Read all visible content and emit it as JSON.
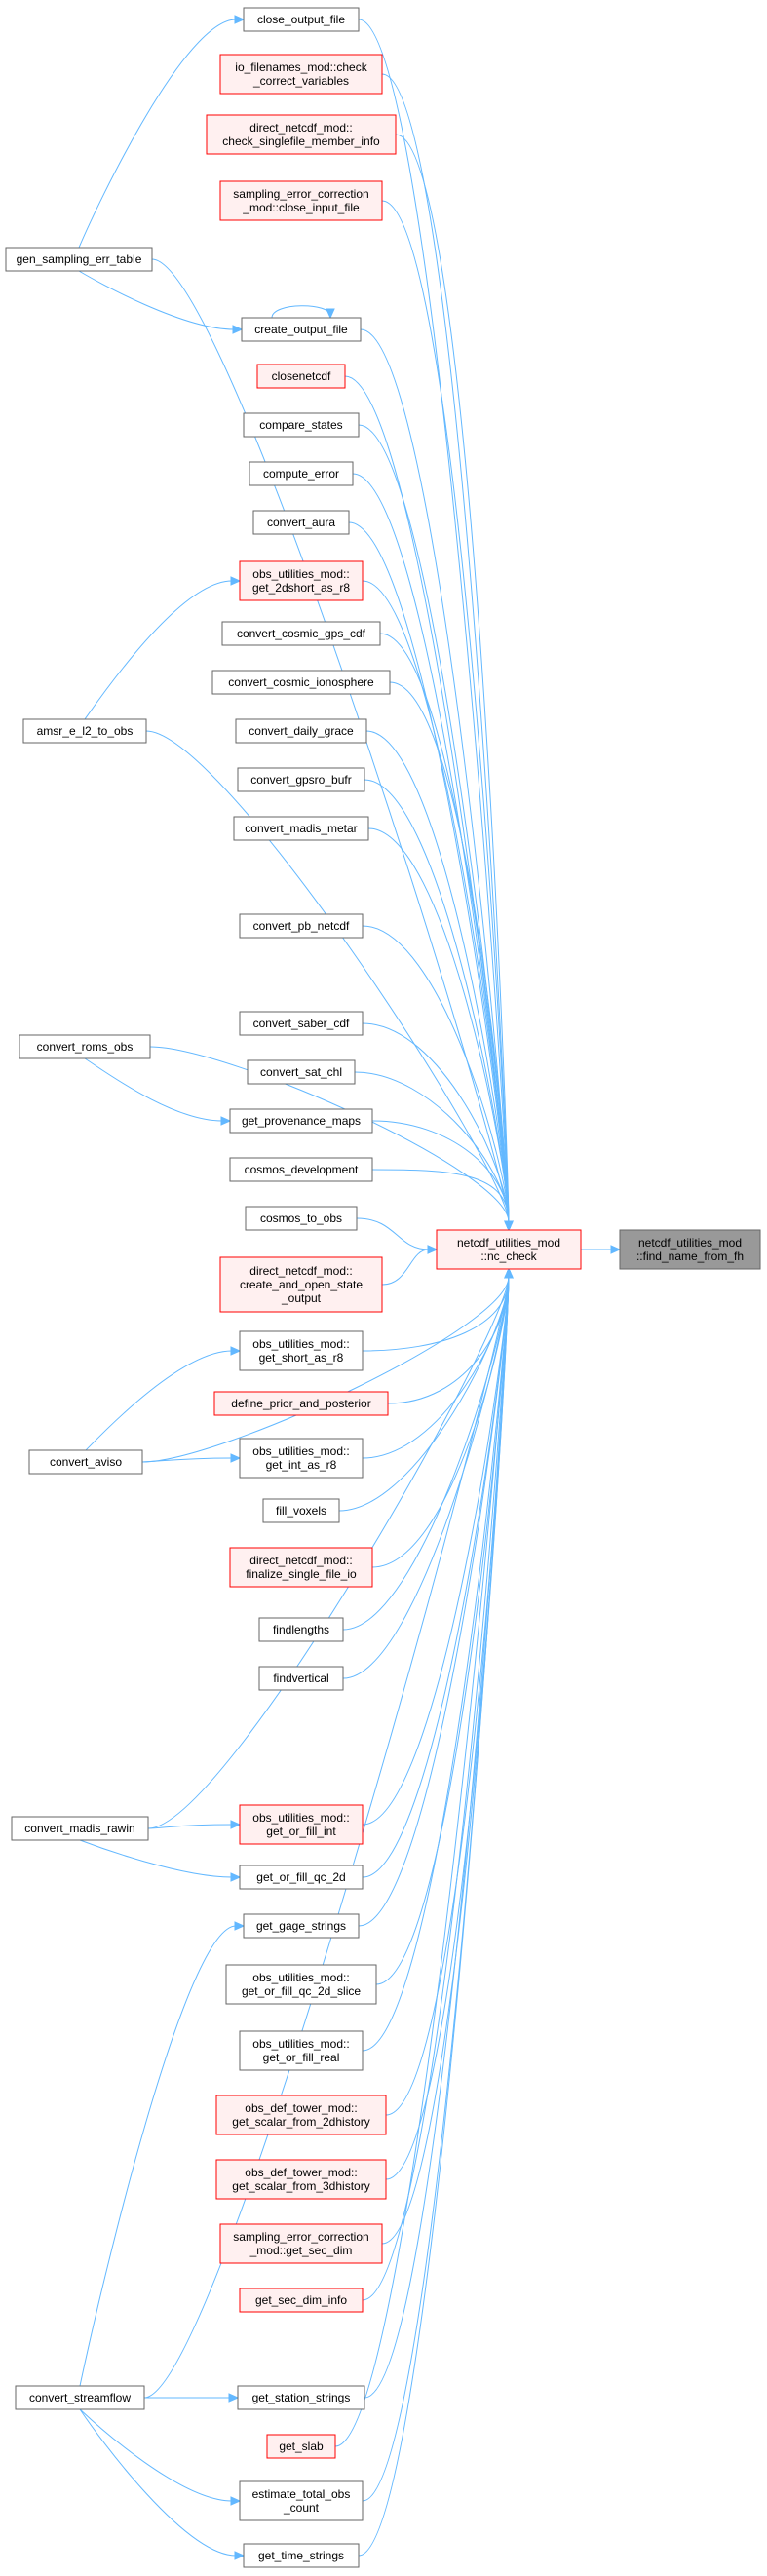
{
  "graph": {
    "edge_color": "#63b8ff",
    "node_border_plain": "#666666",
    "node_border_red": "#ff0000",
    "node_fill_red": "#fff0f0",
    "node_fill_target": "#999999",
    "nodes": [
      {
        "id": "close_output_file",
        "lines": [
          "close_output_file"
        ],
        "style": "plain"
      },
      {
        "id": "io_check",
        "lines": [
          "io_filenames_mod::check",
          "_correct_variables"
        ],
        "style": "red"
      },
      {
        "id": "dnm_check_single",
        "lines": [
          "direct_netcdf_mod::",
          "check_singlefile_member_info"
        ],
        "style": "red"
      },
      {
        "id": "sec_close_input",
        "lines": [
          "sampling_error_correction",
          "_mod::close_input_file"
        ],
        "style": "red"
      },
      {
        "id": "gen_sampling_err_table",
        "lines": [
          "gen_sampling_err_table"
        ],
        "style": "plain"
      },
      {
        "id": "create_output_file",
        "lines": [
          "create_output_file"
        ],
        "style": "plain"
      },
      {
        "id": "closenetcdf",
        "lines": [
          "closenetcdf"
        ],
        "style": "red"
      },
      {
        "id": "compare_states",
        "lines": [
          "compare_states"
        ],
        "style": "plain"
      },
      {
        "id": "compute_error",
        "lines": [
          "compute_error"
        ],
        "style": "plain"
      },
      {
        "id": "convert_aura",
        "lines": [
          "convert_aura"
        ],
        "style": "plain"
      },
      {
        "id": "get_2dshort",
        "lines": [
          "obs_utilities_mod::",
          "get_2dshort_as_r8"
        ],
        "style": "red"
      },
      {
        "id": "convert_cosmic_gps_cdf",
        "lines": [
          "convert_cosmic_gps_cdf"
        ],
        "style": "plain"
      },
      {
        "id": "convert_cosmic_ionosphere",
        "lines": [
          "convert_cosmic_ionosphere"
        ],
        "style": "plain"
      },
      {
        "id": "amsr_e_l2_to_obs",
        "lines": [
          "amsr_e_l2_to_obs"
        ],
        "style": "plain"
      },
      {
        "id": "convert_daily_grace",
        "lines": [
          "convert_daily_grace"
        ],
        "style": "plain"
      },
      {
        "id": "convert_gpsro_bufr",
        "lines": [
          "convert_gpsro_bufr"
        ],
        "style": "plain"
      },
      {
        "id": "convert_madis_metar",
        "lines": [
          "convert_madis_metar"
        ],
        "style": "plain"
      },
      {
        "id": "convert_pb_netcdf",
        "lines": [
          "convert_pb_netcdf"
        ],
        "style": "plain"
      },
      {
        "id": "convert_roms_obs",
        "lines": [
          "convert_roms_obs"
        ],
        "style": "plain"
      },
      {
        "id": "convert_saber_cdf",
        "lines": [
          "convert_saber_cdf"
        ],
        "style": "plain"
      },
      {
        "id": "convert_sat_chl",
        "lines": [
          "convert_sat_chl"
        ],
        "style": "plain"
      },
      {
        "id": "get_provenance_maps",
        "lines": [
          "get_provenance_maps"
        ],
        "style": "plain"
      },
      {
        "id": "cosmos_development",
        "lines": [
          "cosmos_development"
        ],
        "style": "plain"
      },
      {
        "id": "cosmos_to_obs",
        "lines": [
          "cosmos_to_obs"
        ],
        "style": "plain"
      },
      {
        "id": "nc_check",
        "lines": [
          "netcdf_utilities_mod",
          "::nc_check"
        ],
        "style": "hub"
      },
      {
        "id": "find_name",
        "lines": [
          "netcdf_utilities_mod",
          "::find_name_from_fh"
        ],
        "style": "target"
      },
      {
        "id": "dnm_create_open",
        "lines": [
          "direct_netcdf_mod::",
          "create_and_open_state",
          "_output"
        ],
        "style": "red"
      },
      {
        "id": "get_short_as_r8",
        "lines": [
          "obs_utilities_mod::",
          "get_short_as_r8"
        ],
        "style": "plain"
      },
      {
        "id": "define_prior_and_posterior",
        "lines": [
          "define_prior_and_posterior"
        ],
        "style": "red"
      },
      {
        "id": "convert_aviso",
        "lines": [
          "convert_aviso"
        ],
        "style": "plain"
      },
      {
        "id": "get_int_as_r8",
        "lines": [
          "obs_utilities_mod::",
          "get_int_as_r8"
        ],
        "style": "plain"
      },
      {
        "id": "fill_voxels",
        "lines": [
          "fill_voxels"
        ],
        "style": "plain"
      },
      {
        "id": "dnm_finalize",
        "lines": [
          "direct_netcdf_mod::",
          "finalize_single_file_io"
        ],
        "style": "red"
      },
      {
        "id": "findlengths",
        "lines": [
          "findlengths"
        ],
        "style": "plain"
      },
      {
        "id": "findvertical",
        "lines": [
          "findvertical"
        ],
        "style": "plain"
      },
      {
        "id": "convert_madis_rawin",
        "lines": [
          "convert_madis_rawin"
        ],
        "style": "plain"
      },
      {
        "id": "get_or_fill_int",
        "lines": [
          "obs_utilities_mod::",
          "get_or_fill_int"
        ],
        "style": "red"
      },
      {
        "id": "get_or_fill_qc_2d",
        "lines": [
          "get_or_fill_qc_2d"
        ],
        "style": "plain"
      },
      {
        "id": "get_gage_strings",
        "lines": [
          "get_gage_strings"
        ],
        "style": "plain"
      },
      {
        "id": "get_or_fill_qc_2d_slice",
        "lines": [
          "obs_utilities_mod::",
          "get_or_fill_qc_2d_slice"
        ],
        "style": "plain"
      },
      {
        "id": "get_or_fill_real",
        "lines": [
          "obs_utilities_mod::",
          "get_or_fill_real"
        ],
        "style": "plain"
      },
      {
        "id": "scalar_2d",
        "lines": [
          "obs_def_tower_mod::",
          "get_scalar_from_2dhistory"
        ],
        "style": "red"
      },
      {
        "id": "scalar_3d",
        "lines": [
          "obs_def_tower_mod::",
          "get_scalar_from_3dhistory"
        ],
        "style": "red"
      },
      {
        "id": "sec_get_sec_dim",
        "lines": [
          "sampling_error_correction",
          "_mod::get_sec_dim"
        ],
        "style": "red"
      },
      {
        "id": "get_sec_dim_info",
        "lines": [
          "get_sec_dim_info"
        ],
        "style": "red"
      },
      {
        "id": "convert_streamflow",
        "lines": [
          "convert_streamflow"
        ],
        "style": "plain"
      },
      {
        "id": "get_station_strings",
        "lines": [
          "get_station_strings"
        ],
        "style": "plain"
      },
      {
        "id": "get_slab",
        "lines": [
          "get_slab"
        ],
        "style": "red"
      },
      {
        "id": "estimate_total_obs_count",
        "lines": [
          "estimate_total_obs",
          "_count"
        ],
        "style": "plain"
      },
      {
        "id": "get_time_strings",
        "lines": [
          "get_time_strings"
        ],
        "style": "plain"
      }
    ],
    "edges": [
      [
        "nc_check",
        "find_name"
      ],
      [
        "close_output_file",
        "nc_check"
      ],
      [
        "io_check",
        "nc_check"
      ],
      [
        "dnm_check_single",
        "nc_check"
      ],
      [
        "sec_close_input",
        "nc_check"
      ],
      [
        "gen_sampling_err_table",
        "nc_check"
      ],
      [
        "create_output_file",
        "nc_check"
      ],
      [
        "closenetcdf",
        "nc_check"
      ],
      [
        "compare_states",
        "nc_check"
      ],
      [
        "compute_error",
        "nc_check"
      ],
      [
        "convert_aura",
        "nc_check"
      ],
      [
        "get_2dshort",
        "nc_check"
      ],
      [
        "convert_cosmic_gps_cdf",
        "nc_check"
      ],
      [
        "convert_cosmic_ionosphere",
        "nc_check"
      ],
      [
        "convert_daily_grace",
        "nc_check"
      ],
      [
        "convert_gpsro_bufr",
        "nc_check"
      ],
      [
        "convert_madis_metar",
        "nc_check"
      ],
      [
        "amsr_e_l2_to_obs",
        "nc_check"
      ],
      [
        "convert_pb_netcdf",
        "nc_check"
      ],
      [
        "convert_roms_obs",
        "nc_check"
      ],
      [
        "convert_saber_cdf",
        "nc_check"
      ],
      [
        "convert_sat_chl",
        "nc_check"
      ],
      [
        "get_provenance_maps",
        "nc_check"
      ],
      [
        "cosmos_development",
        "nc_check"
      ],
      [
        "cosmos_to_obs",
        "nc_check"
      ],
      [
        "dnm_create_open",
        "nc_check"
      ],
      [
        "get_short_as_r8",
        "nc_check"
      ],
      [
        "define_prior_and_posterior",
        "nc_check"
      ],
      [
        "get_int_as_r8",
        "nc_check"
      ],
      [
        "fill_voxels",
        "nc_check"
      ],
      [
        "dnm_finalize",
        "nc_check"
      ],
      [
        "findlengths",
        "nc_check"
      ],
      [
        "findvertical",
        "nc_check"
      ],
      [
        "convert_aviso",
        "nc_check"
      ],
      [
        "convert_madis_rawin",
        "nc_check"
      ],
      [
        "get_or_fill_int",
        "nc_check"
      ],
      [
        "get_or_fill_qc_2d",
        "nc_check"
      ],
      [
        "get_gage_strings",
        "nc_check"
      ],
      [
        "get_or_fill_qc_2d_slice",
        "nc_check"
      ],
      [
        "get_or_fill_real",
        "nc_check"
      ],
      [
        "scalar_2d",
        "nc_check"
      ],
      [
        "scalar_3d",
        "nc_check"
      ],
      [
        "sec_get_sec_dim",
        "nc_check"
      ],
      [
        "get_sec_dim_info",
        "nc_check"
      ],
      [
        "get_station_strings",
        "nc_check"
      ],
      [
        "get_slab",
        "nc_check"
      ],
      [
        "estimate_total_obs_count",
        "nc_check"
      ],
      [
        "get_time_strings",
        "nc_check"
      ],
      [
        "convert_streamflow",
        "nc_check"
      ],
      [
        "gen_sampling_err_table",
        "close_output_file"
      ],
      [
        "gen_sampling_err_table",
        "create_output_file"
      ],
      [
        "create_output_file",
        "create_output_file"
      ],
      [
        "amsr_e_l2_to_obs",
        "get_2dshort"
      ],
      [
        "convert_roms_obs",
        "get_provenance_maps"
      ],
      [
        "convert_aviso",
        "get_short_as_r8"
      ],
      [
        "convert_aviso",
        "get_int_as_r8"
      ],
      [
        "convert_madis_rawin",
        "get_or_fill_int"
      ],
      [
        "convert_madis_rawin",
        "get_or_fill_qc_2d"
      ],
      [
        "convert_streamflow",
        "get_gage_strings"
      ],
      [
        "convert_streamflow",
        "get_station_strings"
      ],
      [
        "convert_streamflow",
        "estimate_total_obs_count"
      ],
      [
        "convert_streamflow",
        "get_time_strings"
      ]
    ]
  }
}
